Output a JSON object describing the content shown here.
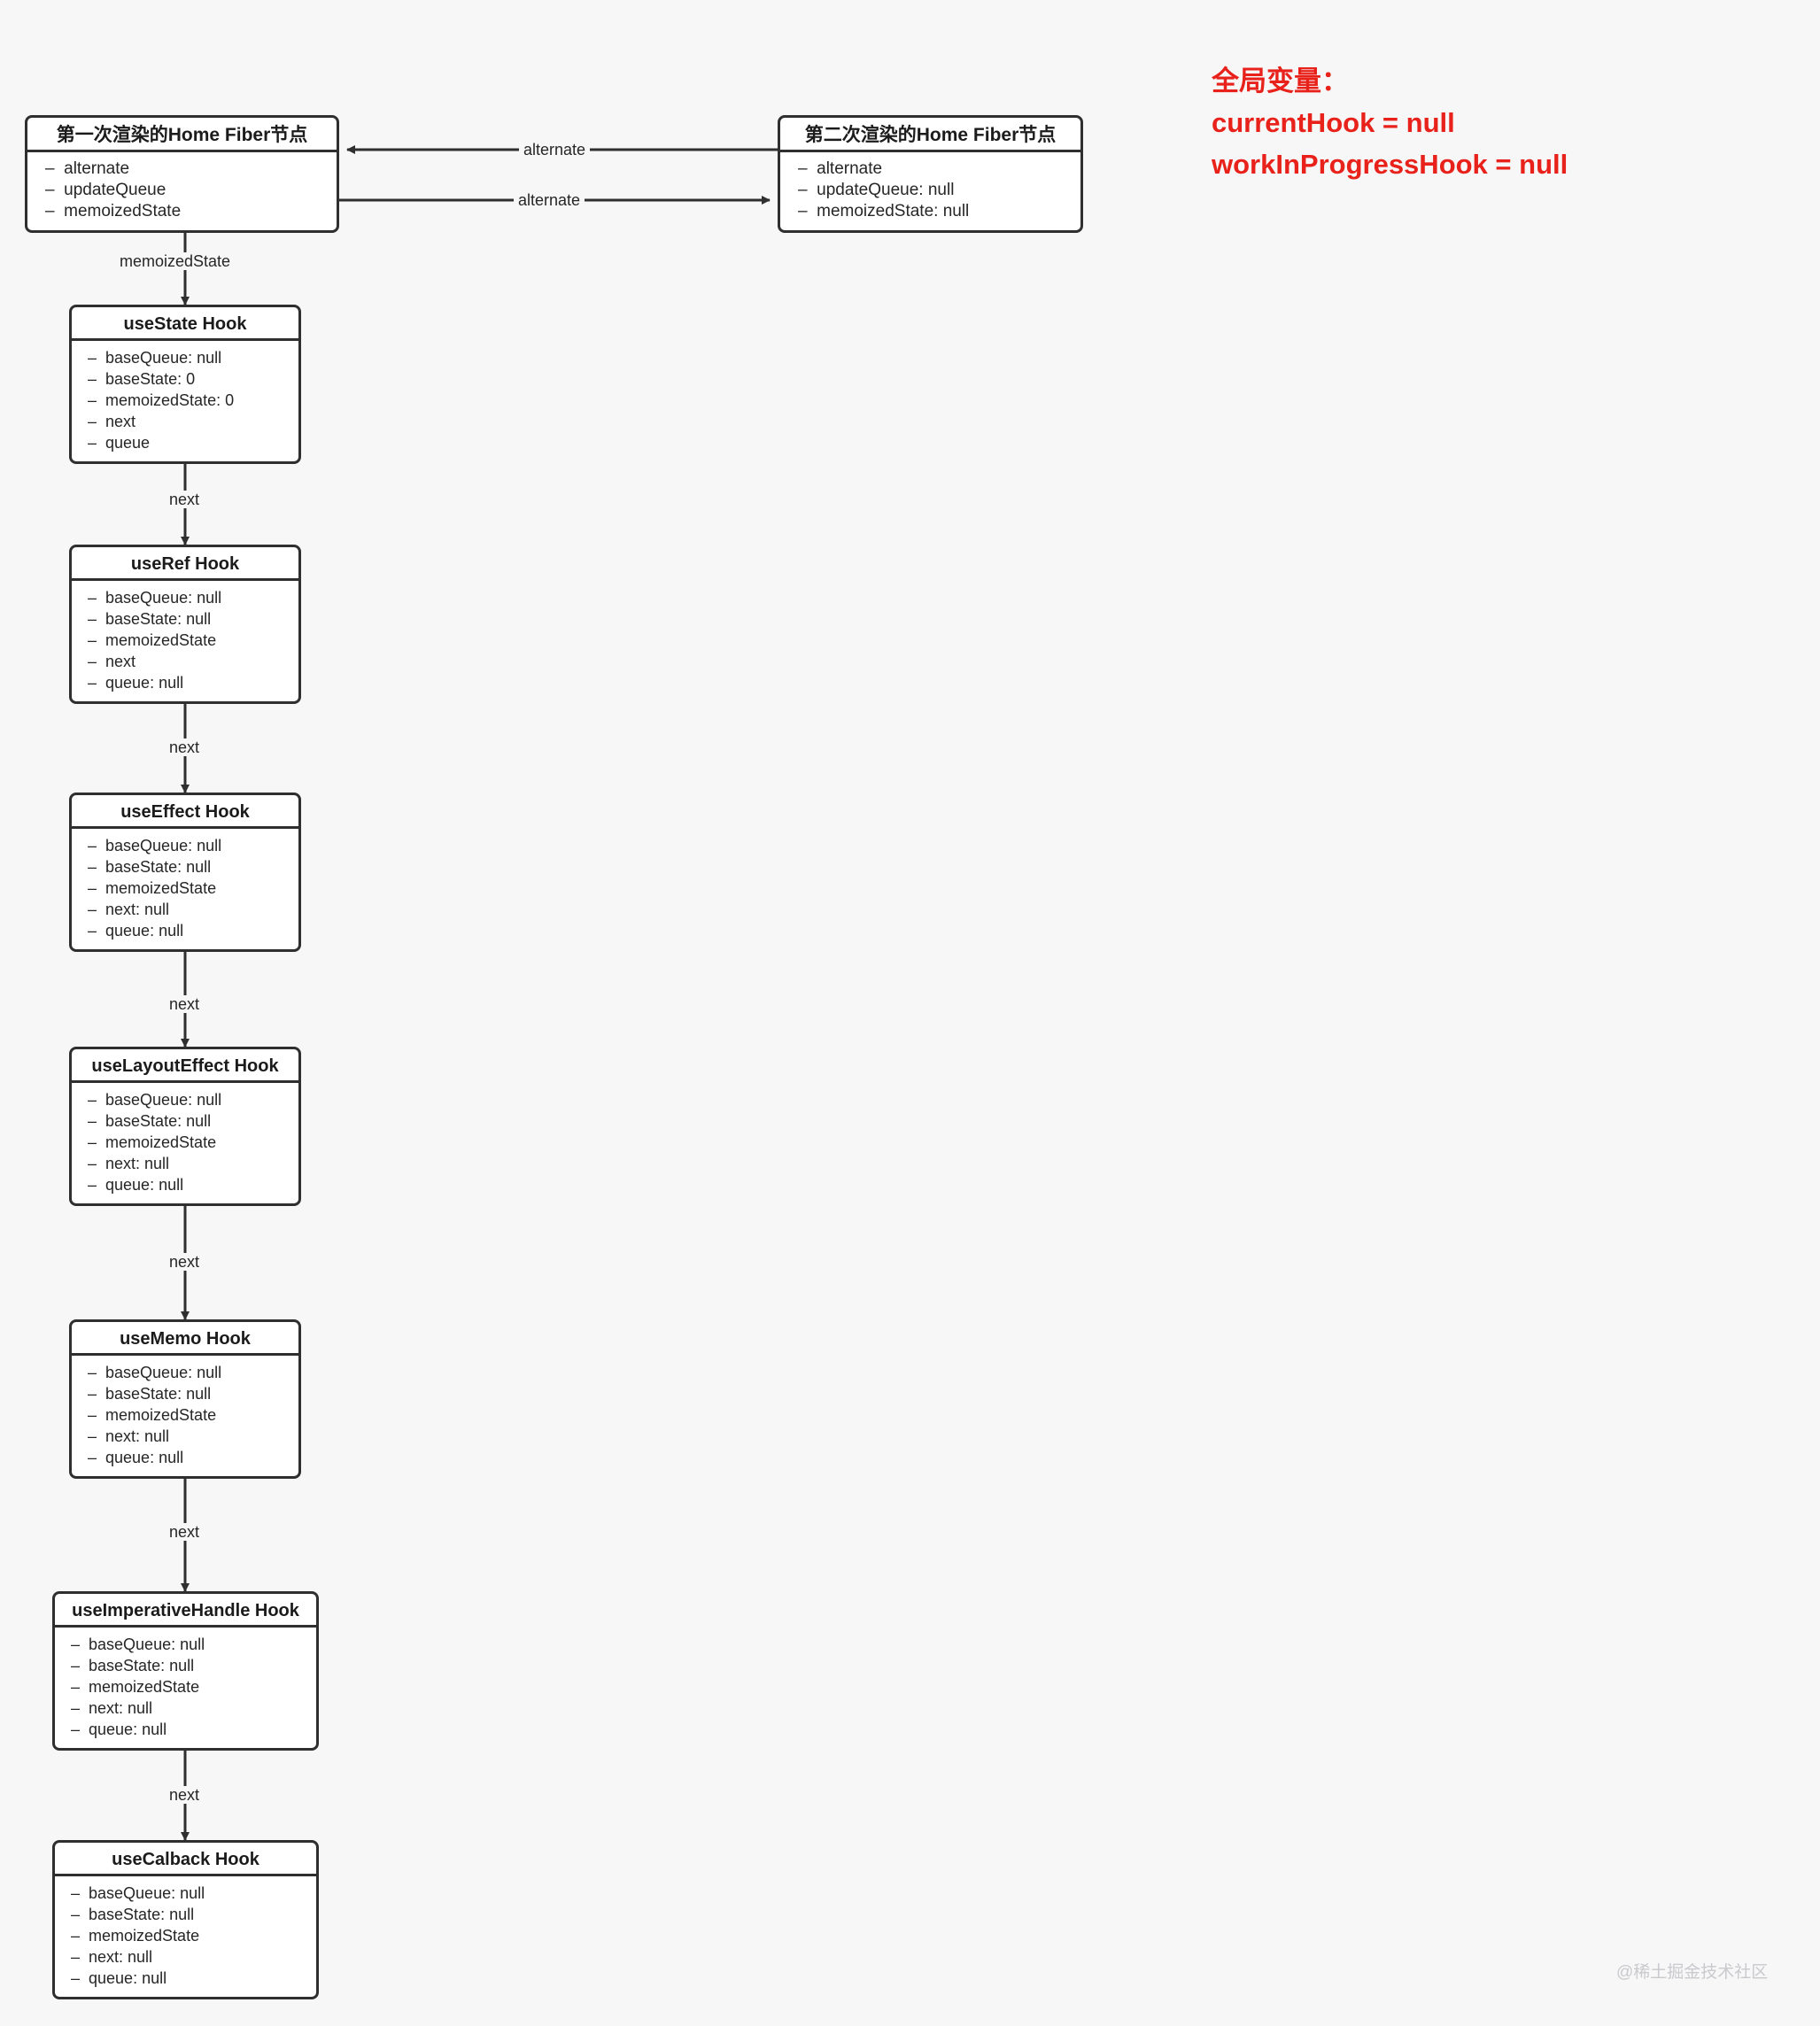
{
  "diagram": {
    "title": "React Hooks Fiber linked-list diagram",
    "background": "#f7f7f7",
    "accent_red": "#e8221b",
    "stroke": "#2f2f2f"
  },
  "fiber_nodes": [
    {
      "id": "fiber-first",
      "title": "第一次渲染的Home Fiber节点",
      "fields": [
        "alternate",
        "updateQueue",
        "memoizedState"
      ]
    },
    {
      "id": "fiber-second",
      "title": "第二次渲染的Home Fiber节点",
      "fields": [
        "alternate",
        "updateQueue: null",
        "memoizedState: null"
      ]
    }
  ],
  "hook_nodes": [
    {
      "id": "hook-usestate",
      "title": "useState Hook",
      "fields": [
        "baseQueue: null",
        "baseState: 0",
        "memoizedState: 0",
        "next",
        "queue"
      ]
    },
    {
      "id": "hook-useref",
      "title": "useRef Hook",
      "fields": [
        "baseQueue: null",
        "baseState: null",
        "memoizedState",
        "next",
        "queue: null"
      ]
    },
    {
      "id": "hook-useeffect",
      "title": "useEffect Hook",
      "fields": [
        "baseQueue: null",
        "baseState: null",
        "memoizedState",
        "next: null",
        "queue: null"
      ]
    },
    {
      "id": "hook-uselayouteffect",
      "title": "useLayoutEffect Hook",
      "fields": [
        "baseQueue: null",
        "baseState: null",
        "memoizedState",
        "next: null",
        "queue: null"
      ]
    },
    {
      "id": "hook-usememo",
      "title": "useMemo Hook",
      "fields": [
        "baseQueue: null",
        "baseState: null",
        "memoizedState",
        "next: null",
        "queue: null"
      ]
    },
    {
      "id": "hook-useimperativehandle",
      "title": "useImperativeHandle Hook",
      "fields": [
        "baseQueue: null",
        "baseState: null",
        "memoizedState",
        "next: null",
        "queue: null"
      ]
    },
    {
      "id": "hook-usecalback",
      "title": "useCalback Hook",
      "fields": [
        "baseQueue: null",
        "baseState: null",
        "memoizedState",
        "next: null",
        "queue: null"
      ]
    }
  ],
  "edge_labels": {
    "alternate_top": "alternate",
    "alternate_bottom": "alternate",
    "memoized_state": "memoizedState",
    "next_1": "next",
    "next_2": "next",
    "next_3": "next",
    "next_4": "next",
    "next_5": "next",
    "next_6": "next"
  },
  "global_vars": {
    "heading": "全局变量：",
    "line1": "currentHook = null",
    "line2": "workInProgressHook = null"
  },
  "watermark": {
    "text": "@稀土掘金技术社区"
  }
}
